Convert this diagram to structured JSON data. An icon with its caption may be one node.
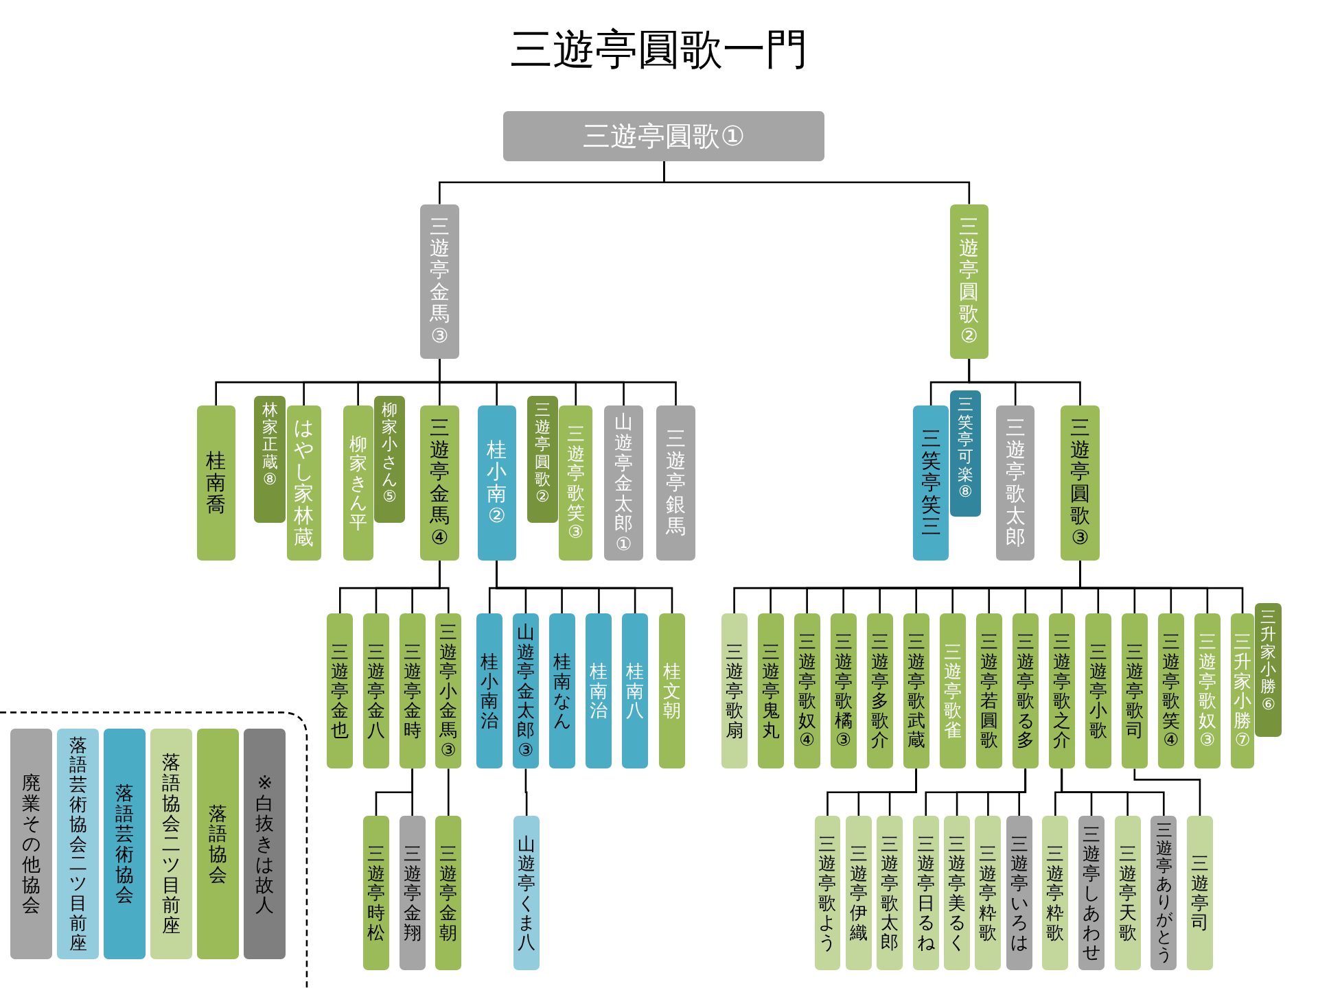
{
  "diagram": {
    "title": "三遊亭圓歌一門",
    "nodes": [
      {
        "text": [
          "三遊亭圓歌①"
        ]
      },
      {
        "text": [
          "三遊亭金馬③"
        ]
      },
      {
        "text": [
          "三遊亭圓歌②"
        ]
      },
      {
        "text": [
          "桂南喬"
        ]
      },
      {
        "text": [
          "林家正蔵⑧"
        ]
      },
      {
        "text": [
          "はやし家林蔵"
        ]
      },
      {
        "text": [
          "柳家きん平"
        ]
      },
      {
        "text": [
          "柳家小さん⑤"
        ]
      },
      {
        "text": [
          "三遊亭金馬④"
        ]
      },
      {
        "text": [
          "桂小南②"
        ]
      },
      {
        "text": [
          "三遊亭圓歌②"
        ]
      },
      {
        "text": [
          "三遊亭歌笑③"
        ]
      },
      {
        "text": [
          "山遊亭金太郎①"
        ]
      },
      {
        "text": [
          "三遊亭銀馬"
        ]
      },
      {
        "text": [
          "三笑亭笑三"
        ]
      },
      {
        "text": [
          "三笑亭可楽⑧"
        ]
      },
      {
        "text": [
          "三遊亭歌太郎"
        ]
      },
      {
        "text": [
          "三遊亭圓歌③"
        ]
      },
      {
        "text": [
          "三遊亭金也"
        ]
      },
      {
        "text": [
          "三遊亭金八"
        ]
      },
      {
        "text": [
          "三遊亭金時"
        ]
      },
      {
        "text": [
          "三遊亭小金馬③"
        ]
      },
      {
        "text": [
          "桂小南治"
        ]
      },
      {
        "text": [
          "山遊亭金太郎③"
        ]
      },
      {
        "text": [
          "桂南なん"
        ]
      },
      {
        "text": [
          "桂南治"
        ]
      },
      {
        "text": [
          "桂南八"
        ]
      },
      {
        "text": [
          "桂文朝"
        ]
      },
      {
        "text": [
          "三遊亭歌扇"
        ]
      },
      {
        "text": [
          "三遊亭鬼丸"
        ]
      },
      {
        "text": [
          "三遊亭歌奴④"
        ]
      },
      {
        "text": [
          "三遊亭歌橘③"
        ]
      },
      {
        "text": [
          "三遊亭多歌介"
        ]
      },
      {
        "text": [
          "三遊亭歌武蔵"
        ]
      },
      {
        "text": [
          "三遊亭歌雀"
        ]
      },
      {
        "text": [
          "三遊亭若圓歌"
        ]
      },
      {
        "text": [
          "三遊亭歌る多"
        ]
      },
      {
        "text": [
          "三遊亭歌之介"
        ]
      },
      {
        "text": [
          "三遊亭小歌"
        ]
      },
      {
        "text": [
          "三遊亭歌司"
        ]
      },
      {
        "text": [
          "三遊亭歌笑④"
        ]
      },
      {
        "text": [
          "三遊亭歌奴③"
        ]
      },
      {
        "text": [
          "三升家小勝⑦"
        ]
      },
      {
        "text": [
          "三升家小勝⑥"
        ]
      },
      {
        "text": [
          "三遊亭時松"
        ]
      },
      {
        "text": [
          "三遊亭金翔"
        ]
      },
      {
        "text": [
          "三遊亭金朝"
        ]
      },
      {
        "text": [
          "山遊亭くま八"
        ]
      },
      {
        "text": [
          "三遊亭歌よう"
        ]
      },
      {
        "text": [
          "三遊亭伊織"
        ]
      },
      {
        "text": [
          "三遊亭歌太郎"
        ]
      },
      {
        "text": [
          "三遊亭日るね"
        ]
      },
      {
        "text": [
          "三遊亭美るく"
        ]
      },
      {
        "text": [
          "三遊亭粋歌"
        ]
      },
      {
        "text": [
          "三遊亭いろは"
        ]
      },
      {
        "text": [
          "三遊亭粋歌"
        ]
      },
      {
        "text": [
          "三遊亭しあわせ"
        ]
      },
      {
        "text": [
          "三遊亭天歌"
        ]
      },
      {
        "text": [
          "三遊亭ありがとう"
        ]
      },
      {
        "text": [
          "三遊亭司"
        ]
      }
    ],
    "edges": [
      {
        "from": 0,
        "to": 1,
        "arrow": "none"
      },
      {
        "from": 0,
        "to": 2,
        "arrow": "none"
      },
      {
        "from": 1,
        "to": 3,
        "arrow": "none"
      },
      {
        "from": 1,
        "to": 5,
        "arrow": "none"
      },
      {
        "from": 1,
        "to": 6,
        "arrow": "none"
      },
      {
        "from": 1,
        "to": 8,
        "arrow": "none"
      },
      {
        "from": 1,
        "to": 9,
        "arrow": "none"
      },
      {
        "from": 1,
        "to": 11,
        "arrow": "none"
      },
      {
        "from": 1,
        "to": 12,
        "arrow": "none"
      },
      {
        "from": 1,
        "to": 13,
        "arrow": "none"
      },
      {
        "from": 2,
        "to": 14,
        "arrow": "none"
      },
      {
        "from": 2,
        "to": 16,
        "arrow": "none"
      },
      {
        "from": 2,
        "to": 17,
        "arrow": "none"
      },
      {
        "from": 8,
        "to": 18,
        "arrow": "none"
      },
      {
        "from": 8,
        "to": 19,
        "arrow": "none"
      },
      {
        "from": 8,
        "to": 20,
        "arrow": "none"
      },
      {
        "from": 8,
        "to": 21,
        "arrow": "none"
      },
      {
        "from": 9,
        "to": 22,
        "arrow": "none"
      },
      {
        "from": 9,
        "to": 23,
        "arrow": "none"
      },
      {
        "from": 9,
        "to": 24,
        "arrow": "none"
      },
      {
        "from": 9,
        "to": 25,
        "arrow": "none"
      },
      {
        "from": 9,
        "to": 26,
        "arrow": "none"
      },
      {
        "from": 9,
        "to": 27,
        "arrow": "none"
      },
      {
        "from": 17,
        "to": 28,
        "arrow": "none"
      },
      {
        "from": 17,
        "to": 29,
        "arrow": "none"
      },
      {
        "from": 17,
        "to": 30,
        "arrow": "none"
      },
      {
        "from": 17,
        "to": 31,
        "arrow": "none"
      },
      {
        "from": 17,
        "to": 32,
        "arrow": "none"
      },
      {
        "from": 17,
        "to": 33,
        "arrow": "none"
      },
      {
        "from": 17,
        "to": 34,
        "arrow": "none"
      },
      {
        "from": 17,
        "to": 35,
        "arrow": "none"
      },
      {
        "from": 17,
        "to": 36,
        "arrow": "none"
      },
      {
        "from": 17,
        "to": 37,
        "arrow": "none"
      },
      {
        "from": 17,
        "to": 38,
        "arrow": "none"
      },
      {
        "from": 17,
        "to": 39,
        "arrow": "none"
      },
      {
        "from": 17,
        "to": 40,
        "arrow": "none"
      },
      {
        "from": 17,
        "to": 41,
        "arrow": "none"
      },
      {
        "from": 17,
        "to": 42,
        "arrow": "none"
      },
      {
        "from": 20,
        "to": 44,
        "arrow": "none"
      },
      {
        "from": 20,
        "to": 45,
        "arrow": "none"
      },
      {
        "from": 21,
        "to": 46,
        "arrow": "none"
      },
      {
        "from": 23,
        "to": 47,
        "arrow": "none"
      },
      {
        "from": 33,
        "to": 48,
        "arrow": "none"
      },
      {
        "from": 33,
        "to": 49,
        "arrow": "none"
      },
      {
        "from": 33,
        "to": 50,
        "arrow": "none"
      },
      {
        "from": 36,
        "to": 51,
        "arrow": "none"
      },
      {
        "from": 36,
        "to": 52,
        "arrow": "none"
      },
      {
        "from": 36,
        "to": 53,
        "arrow": "none"
      },
      {
        "from": 36,
        "to": 54,
        "arrow": "none"
      },
      {
        "from": 37,
        "to": 55,
        "arrow": "none"
      },
      {
        "from": 37,
        "to": 56,
        "arrow": "none"
      },
      {
        "from": 37,
        "to": 57,
        "arrow": "none"
      },
      {
        "from": 37,
        "to": 58,
        "arrow": "none"
      },
      {
        "from": 39,
        "to": 59,
        "arrow": "none"
      }
    ],
    "legend": [
      {
        "text": "廃業その他協会",
        "color": "#a5a5a5"
      },
      {
        "text": "落語芸術協会二ツ目前座",
        "color": "#93cddd"
      },
      {
        "text": "落語芸術協会",
        "color": "#4bacc6"
      },
      {
        "text": "落語協会二ツ目前座",
        "color": "#c3d69b"
      },
      {
        "text": "落語協会",
        "color": "#9bbb59"
      },
      {
        "text": "※白抜きは故人",
        "color": "#7f7f7f"
      }
    ]
  }
}
